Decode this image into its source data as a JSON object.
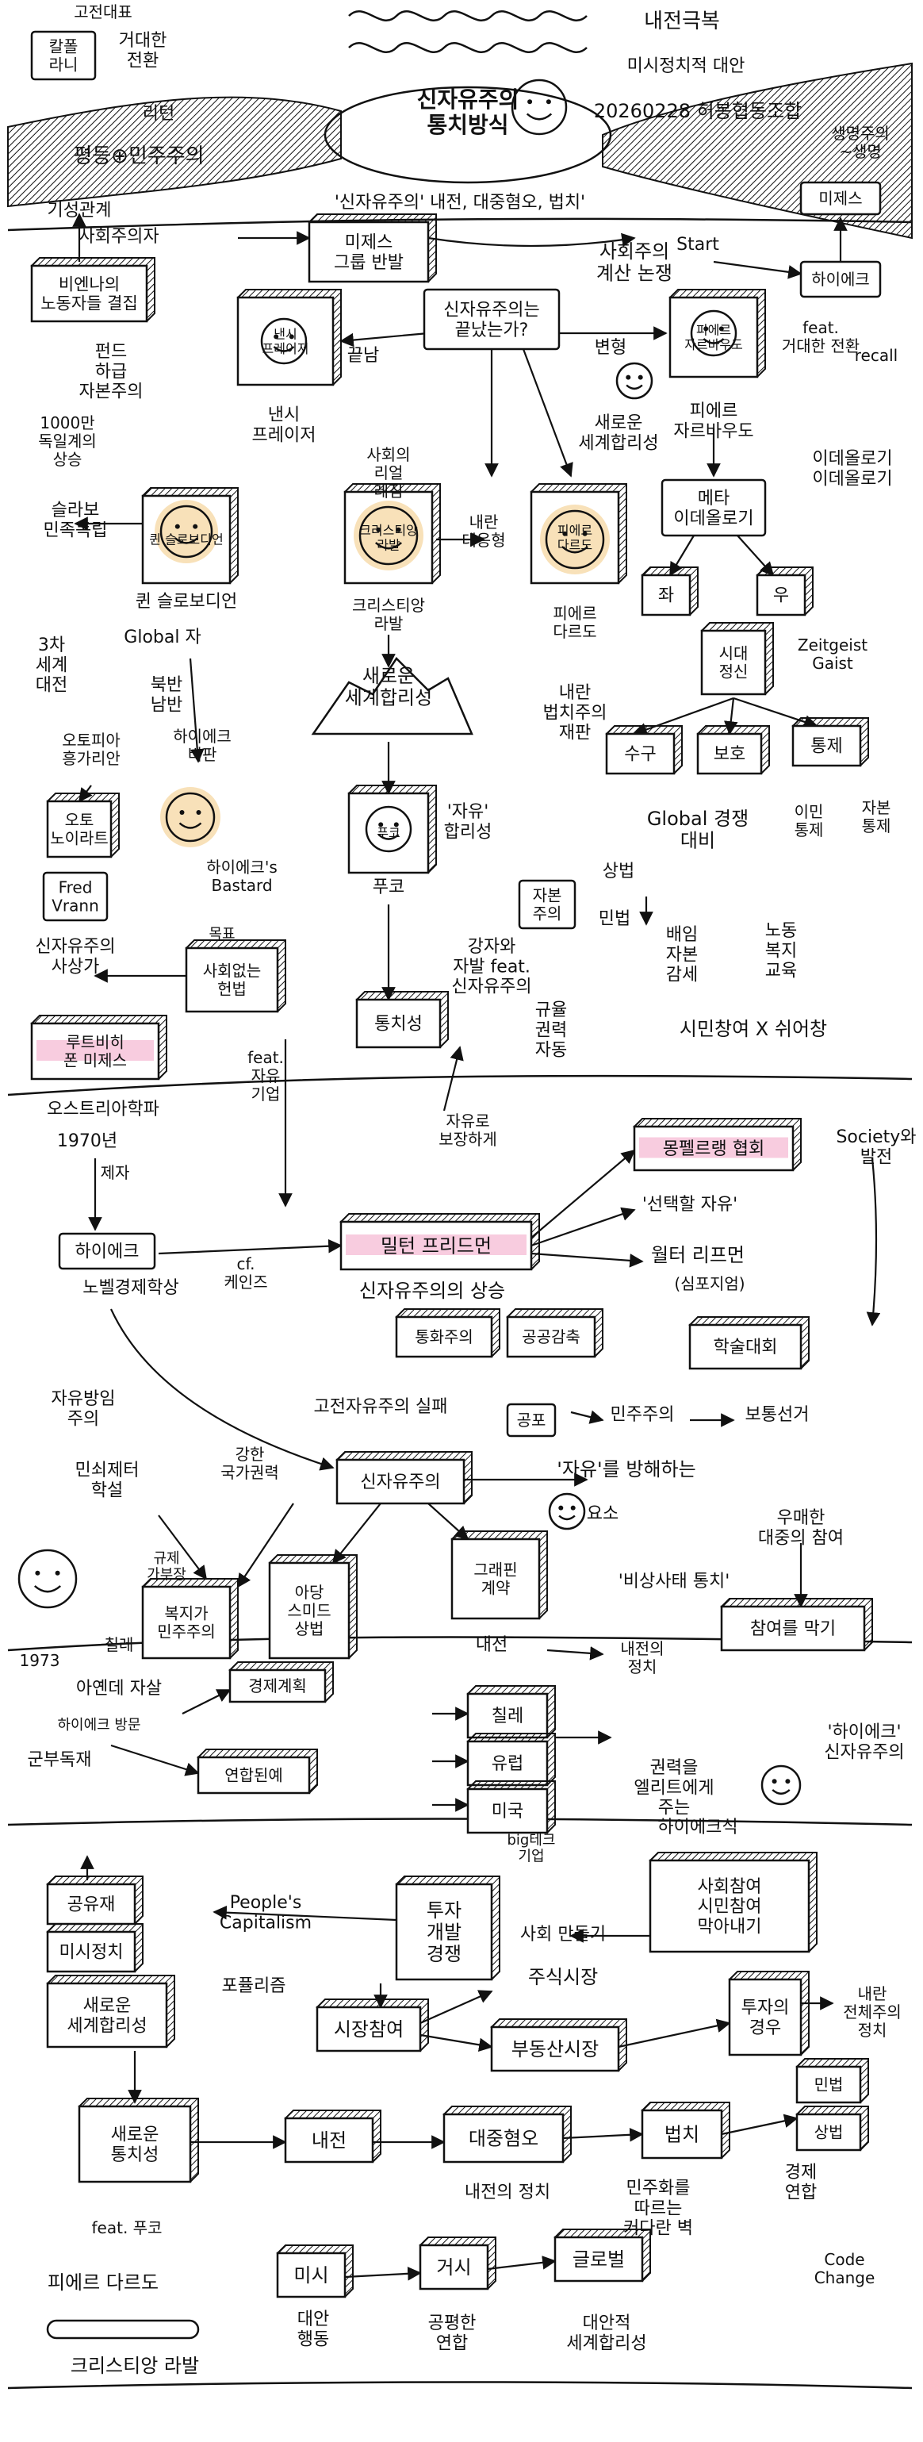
{
  "colors": {
    "ink": "#111111",
    "paper": "#ffffff",
    "face_highlight": "#f6d9a8",
    "pink_highlight": "#f7c6dc",
    "gray_fill": "#e8e8e8"
  },
  "header": {
    "top_left_label": "고전대표",
    "box_label": "칼폴\n라니",
    "great_transform": "거대한\n전환",
    "return_label": "리턴",
    "equality": "평등⊕민주주의",
    "center_title": "신자유주의\n통치방식",
    "tr_title": "내전극복",
    "tr_sub": "미시정치적 대안",
    "tr_date": "20260228 허봉협동조합",
    "tr_dash": "생명주의\n~생명",
    "tr_mises": "미제스",
    "ks_left": "기성관계",
    "ks_social": "사회주의자",
    "subtitle": "'신자유주의' 내전, 대중혐오, 법치'"
  },
  "nodes": {
    "mises_group": "미제스\n그룹 반발",
    "social_calc": "사회주의\n계산 논쟁",
    "start": "Start",
    "hayek_top": "하이에크",
    "feat_great": "feat.\n거대한 전환",
    "recall": "recall",
    "bella": "비엔나의\n노동자들 결집",
    "fund": "펀드\n하급\n자본주의",
    "nancy": "낸시\n프레이저",
    "neolib_end_q": "신자유주의는\n끝났는가?",
    "end_label": "끝남",
    "transform_label": "변형",
    "pierre": "피에르\n자르바우도",
    "socialist_people": "1000만\n독일계의\n상승",
    "new_world": "새로운\n세계합리성",
    "slavoj": "슬라보\n민족독립",
    "quinn": "퀸 슬로보디언",
    "global_note": "Global 자",
    "north_south": "북반\n남반",
    "third_world": "3차\n세계\n대전",
    "christian": "크리스티앙\n라발",
    "social_real": "사회의\n리얼\n레짐",
    "dardot": "피에르\n다르도",
    "internal_conflict": "내란\n대응형",
    "meta_ideology": "메타\n이데올로기",
    "ideology_of_ideology": "이데올로기\n이데올로기",
    "left": "좌",
    "right": "우",
    "utopia": "오토피아\n흥가리안",
    "hayek_criticism": "하이에크\n비판",
    "new_world_rationality": "새로운\n세계합리성",
    "internal_rule_law": "내란\n법치주의\n재판",
    "zeitgeist": "시대\n정신",
    "zeitgeist_label": "Zeitgeist\nGaist",
    "otto": "오토\n노이라트",
    "hayek_bastard": "하이에크's\nBastard",
    "fred": "Fred\nVrann",
    "foucault": "푸코",
    "freedom_rationality": "'자유'\n합리성",
    "conservative": "수구",
    "protect": "보호",
    "control": "통제",
    "global_compete": "Global 경쟁\n대비",
    "immigration": "이민\n통제",
    "capital": "자본\n통제"
  },
  "middle": {
    "neolib_thought": "신자유주의\n사상가",
    "capital_mobility": "자본\n주의",
    "market": "상법",
    "civil_law": "민법",
    "labor_welfare": "노동\n복지\n교육",
    "capital_tax": "배임\n자본\n감세",
    "market_citizen": "시민창여 X 쉬어창",
    "order": "목표",
    "social_constitution": "사회없는\n헌법",
    "strong_state": "강자와\n자발 feat.\n신자유주의",
    "rule_society": "통치성",
    "freedom_auto": "규율\n권력\n자동",
    "ludwig": "루트비히\n폰 미제스",
    "vienna": "오스트리아학파",
    "year1970": "1970년",
    "feat_freedom": "feat.\n자유\n기업",
    "freedom_expand": "자유로\n보장하게",
    "mont_pelerin": "몽펠르랭 협회",
    "society_develop": "Society와\n발전",
    "select_freedom": "'선택할 자유'",
    "walter": "월터 리프먼",
    "symposium": "(심포지엄)",
    "academic": "학술대회",
    "hayek_mid": "하이에크",
    "noble_econ": "노벨경제학상",
    "mid_cf": "cf.\n케인즈",
    "milton": "밀턴 프리드먼",
    "neolib_rise": "신자유주의의 상승",
    "rule_labor": "통화주의",
    "cut_labor": "공공감축",
    "mise": "제자"
  },
  "lower": {
    "free_will": "자유방임\n주의",
    "classical_fail": "고전자유주의 실패",
    "fear": "공포",
    "democracy": "민주주의",
    "universal_vote": "보통선거",
    "mankind": "민쇠제터\n학설",
    "strong_gov": "강한\n국가권력",
    "neolib_center": "신자유주의",
    "freedom_hinder": "'자유'를 방해하는",
    "yoyo": "요소",
    "ignorant": "우매한\n대중의 참여",
    "emergency": "'비상사태 통치'",
    "exclude": "참여를 막기",
    "compulsion": "규제\n가부장",
    "peoples": "복지가\n민주주의",
    "adang": "아당\n스미드\n상법",
    "dictator_law": "그래핀\n계약",
    "internal_war": "내전",
    "internal_politics": "내전의\n정치",
    "y1973": "1973",
    "chile": "칠레",
    "allende": "아옌데 자살",
    "econ_plan": "경제계획",
    "hayek_visit": "하이에크 방문",
    "military": "군부독재",
    "us_support": "연합된예",
    "chile2": "칠레",
    "europe": "유럽",
    "usa": "미국",
    "big_tech": "big테크\n기업",
    "power_elite": "권력을\n엘리트에게\n주는",
    "hayek_neolib": "'하이에크'\n신자유주의",
    "hayek_trust": "하이에크식",
    "social_stop": "사회참여\n시민참여\n막아내기"
  },
  "bottom": {
    "commons": "공유재",
    "micro_politics": "미시정치",
    "new_world_ration": "새로운\n세계합리성",
    "peoples_capitalism": "People's\nCapitalism",
    "populism": "포퓰리즘",
    "invest_compete": "투자\n개발\n경쟁",
    "making_society": "사회 만들기",
    "market_participation": "시장참여",
    "stock_market": "주식시장",
    "real_estate": "부동산시장",
    "case_of": "투자의\n경우",
    "internal_rule": "내란\n전체주의\n정치",
    "special": "민법",
    "commercial": "상법",
    "econ_union": "경제\n연합",
    "new_rule": "새로운\n통치성",
    "feat_foucault": "feat. 푸코",
    "internal_war2": "내전",
    "mass_hatred": "대중혐오",
    "internal_politics2": "내전의 정치",
    "rule_of_law": "법치",
    "no_answer": "민주화를\n따르는\n커다란 벽",
    "code_change": "Code\nChange",
    "pierre_dardot": "피에르 다르도",
    "christian_laval": "크리스티앙 라발",
    "micro": "미시",
    "micro_sub": "대안\n행동",
    "macro": "거시",
    "macro_sub": "공평한\n연합",
    "global": "글로벌",
    "global_sub": "대안적\n세계합리성"
  }
}
